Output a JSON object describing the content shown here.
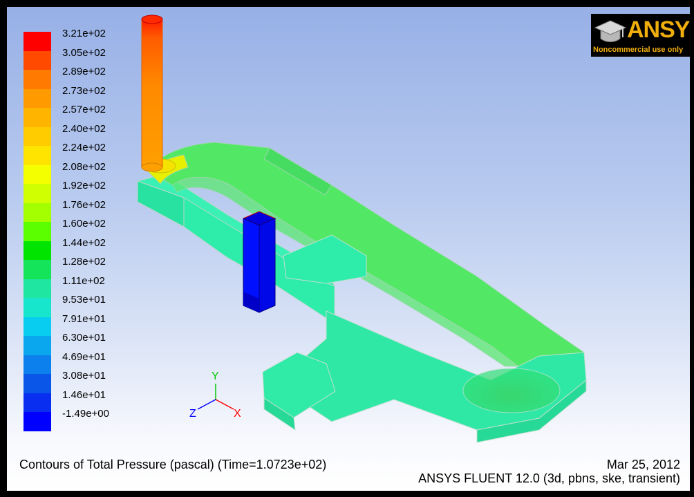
{
  "window": {
    "caption": "Contours of Total Pressure (pascal)  (Time=1.0723e+02)",
    "date": "Mar 25, 2012",
    "version": "ANSYS FLUENT 12.0 (3d, pbns, ske, transient)"
  },
  "logo": {
    "word": "ANSYS",
    "subtitle": "Noncommercial use only",
    "icon": "graduation-cap-icon",
    "color": "#f0ae0d"
  },
  "legend": {
    "ticks": [
      "3.21e+02",
      "3.05e+02",
      "2.89e+02",
      "2.73e+02",
      "2.57e+02",
      "2.40e+02",
      "2.24e+02",
      "2.08e+02",
      "1.92e+02",
      "1.76e+02",
      "1.60e+02",
      "1.44e+02",
      "1.28e+02",
      "1.11e+02",
      "9.53e+01",
      "7.91e+01",
      "6.30e+01",
      "4.69e+01",
      "3.08e+01",
      "1.46e+01",
      "-1.49e+00"
    ],
    "colors": [
      "#ff0000",
      "#ff4a00",
      "#ff7a00",
      "#ff9a00",
      "#ffb400",
      "#ffcc00",
      "#ffe400",
      "#f4ff00",
      "#cfff00",
      "#a4ff00",
      "#5cff00",
      "#00e400",
      "#13e45a",
      "#1fe6a0",
      "#18e6cc",
      "#08ccf0",
      "#0aa6ee",
      "#0c80ec",
      "#0a56e8",
      "#0a2ef0",
      "#0000ff"
    ]
  },
  "axes": {
    "y": "Y",
    "x": "X",
    "z": "Z"
  }
}
